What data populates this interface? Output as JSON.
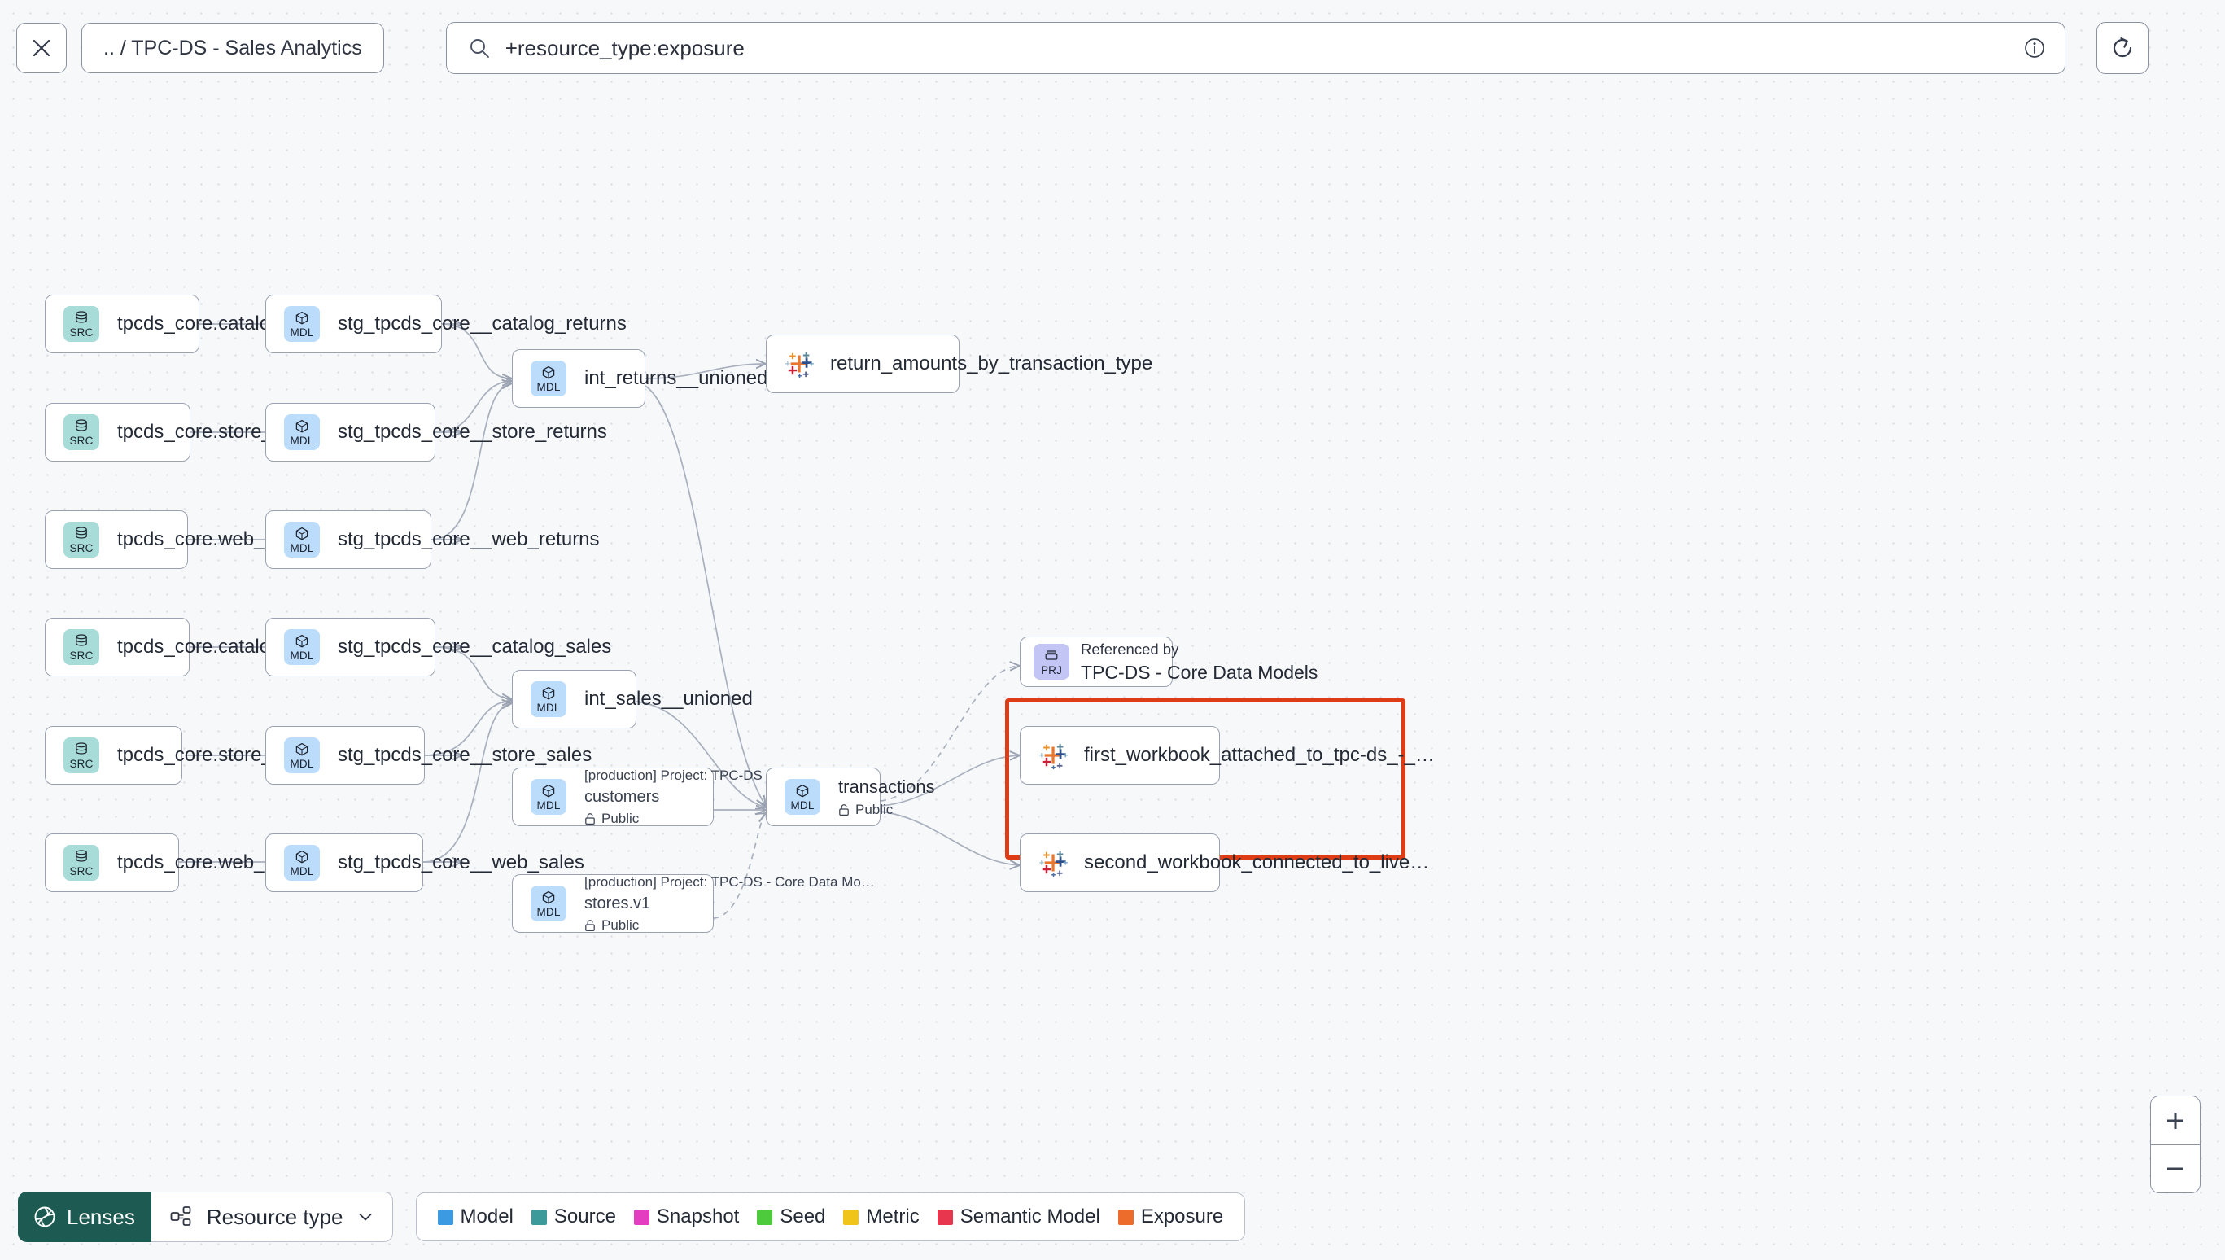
{
  "header": {
    "close_icon": "close-icon",
    "breadcrumb": ".. / TPC-DS - Sales Analytics",
    "search": {
      "icon": "search-icon",
      "value": "+resource_type:exposure",
      "info_icon": "info-icon"
    },
    "refresh_icon": "refresh-icon"
  },
  "graph": {
    "sources": [
      {
        "badge": "SRC",
        "title": "tpcds_core.catalog_returns"
      },
      {
        "badge": "SRC",
        "title": "tpcds_core.store_returns"
      },
      {
        "badge": "SRC",
        "title": "tpcds_core.web_returns"
      },
      {
        "badge": "SRC",
        "title": "tpcds_core.catalog_sales"
      },
      {
        "badge": "SRC",
        "title": "tpcds_core.store_sales"
      },
      {
        "badge": "SRC",
        "title": "tpcds_core.web_sales"
      }
    ],
    "staging": [
      {
        "badge": "MDL",
        "title": "stg_tpcds_core__catalog_returns"
      },
      {
        "badge": "MDL",
        "title": "stg_tpcds_core__store_returns"
      },
      {
        "badge": "MDL",
        "title": "stg_tpcds_core__web_returns"
      },
      {
        "badge": "MDL",
        "title": "stg_tpcds_core__catalog_sales"
      },
      {
        "badge": "MDL",
        "title": "stg_tpcds_core__store_sales"
      },
      {
        "badge": "MDL",
        "title": "stg_tpcds_core__web_sales"
      }
    ],
    "intermediate": [
      {
        "badge": "MDL",
        "title": "int_returns__unioned"
      },
      {
        "badge": "MDL",
        "title": "int_sales__unioned"
      }
    ],
    "projects": [
      {
        "badge": "MDL",
        "project": "[production] Project: TPC-DS - Core Data Mo…",
        "title": "customers",
        "access": "Public",
        "lock_icon": "unlock-icon"
      },
      {
        "badge": "MDL",
        "project": "[production] Project: TPC-DS - Core Data Mo…",
        "title": "stores.v1",
        "access": "Public",
        "lock_icon": "unlock-icon"
      }
    ],
    "transactions": {
      "badge": "MDL",
      "title": "transactions",
      "access": "Public",
      "lock_icon": "unlock-icon"
    },
    "referenced_by": {
      "badge": "PRJ",
      "label": "Referenced by",
      "title": "TPC-DS - Core Data Models"
    },
    "exposures": [
      {
        "icon": "tableau-icon",
        "title": "return_amounts_by_transaction_type"
      },
      {
        "icon": "tableau-icon",
        "title": "first_workbook_attached_to_tpc-ds_-_…"
      },
      {
        "icon": "tableau-icon",
        "title": "second_workbook_connected_to_live…"
      }
    ],
    "highlight_color": "#dd3c14"
  },
  "bottom": {
    "lenses_label": "Lenses",
    "lenses_icon": "lens-icon",
    "resource_type_label": "Resource type",
    "resource_type_icon": "nodes-icon",
    "chevron_icon": "chevron-down-icon",
    "legend": [
      {
        "label": "Model",
        "color": "#3b9ae1"
      },
      {
        "label": "Source",
        "color": "#3d9a9a"
      },
      {
        "label": "Snapshot",
        "color": "#e53dc0"
      },
      {
        "label": "Seed",
        "color": "#4ecb3c"
      },
      {
        "label": "Metric",
        "color": "#f0c419"
      },
      {
        "label": "Semantic Model",
        "color": "#e8364f"
      },
      {
        "label": "Exposure",
        "color": "#ed6b2b"
      }
    ]
  },
  "zoom": {
    "in_label": "+",
    "out_label": "−"
  }
}
